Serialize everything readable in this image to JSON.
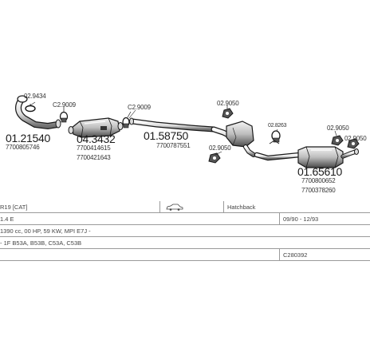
{
  "parts": [
    {
      "id": "pipe1",
      "number": "01.21540",
      "oe": [
        "7700805746"
      ]
    },
    {
      "id": "cat",
      "number": "04.3432",
      "oe": [
        "7700414615",
        "7700421643"
      ]
    },
    {
      "id": "pipe2",
      "number": "01.58750",
      "oe": [
        "7700787551"
      ]
    },
    {
      "id": "rear",
      "number": "01.65610",
      "oe": [
        "7700800652",
        "7700378260"
      ]
    }
  ],
  "clips": [
    {
      "id": "c1",
      "number": "02.9434"
    },
    {
      "id": "c2",
      "number": "C2.9009"
    },
    {
      "id": "c3",
      "number": "C2.9009"
    },
    {
      "id": "c4",
      "number": "02.9050"
    },
    {
      "id": "c5",
      "number": "02.9050"
    },
    {
      "id": "c6",
      "number": "02.8263"
    },
    {
      "id": "c7",
      "number": "02.9050"
    },
    {
      "id": "c8",
      "number": "02.9050"
    }
  ],
  "info": {
    "model": "R19 [CAT]",
    "body": "Hatchback",
    "engine_code": "1.4 E",
    "date_range": "09/90 - 12/93",
    "engine_spec": "1390 cc, 00 HP, 59 KW, MPI E7J -",
    "gearbox": "- 1F B53A, B53B, C53A, C53B",
    "kit_number": "C280392"
  },
  "colors": {
    "line": "#1a1a1a",
    "fill_light": "#ffffff",
    "fill_shade": "#7a7a7a",
    "grid": "#9a9a9a"
  }
}
